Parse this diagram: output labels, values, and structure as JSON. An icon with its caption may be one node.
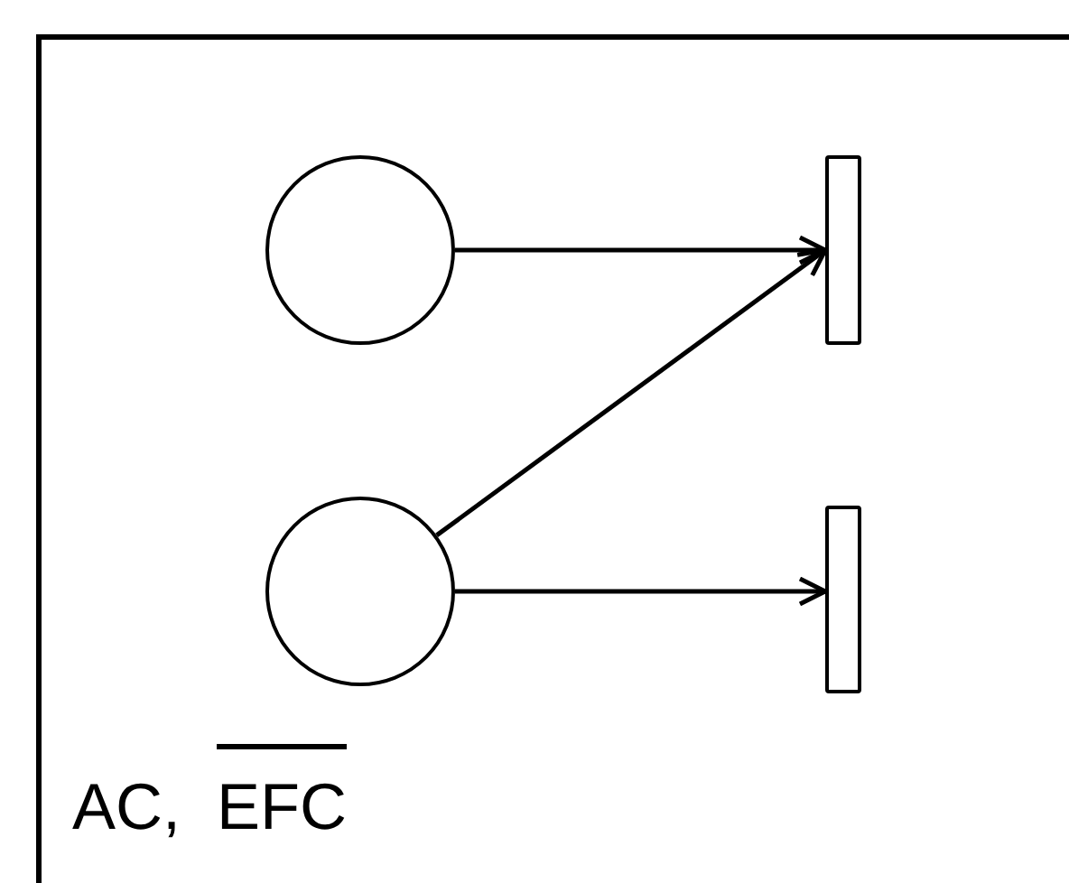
{
  "diagram": {
    "nodes": [
      {
        "text": [],
        "shape": "circle"
      },
      {
        "text": [],
        "shape": "bar"
      },
      {
        "text": [],
        "shape": "circle"
      },
      {
        "text": [],
        "shape": "bar"
      }
    ],
    "edges": [
      {
        "from": 0,
        "to": 1,
        "arrow": "to"
      },
      {
        "from": 2,
        "to": 1,
        "arrow": "to"
      },
      {
        "from": 2,
        "to": 3,
        "arrow": "to"
      }
    ],
    "labels": [
      "AC,",
      "EFC"
    ]
  }
}
